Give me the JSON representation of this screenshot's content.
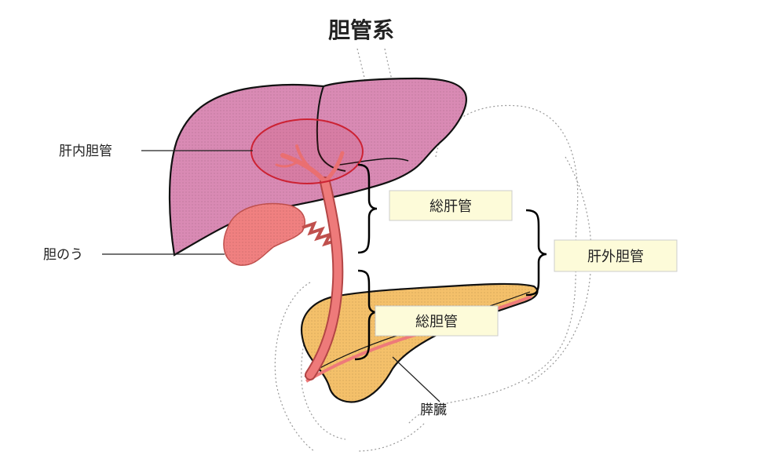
{
  "title": "胆管系",
  "labels": {
    "intrahepatic": "肝内胆管",
    "gallbladder": "胆のう",
    "pancreas": "膵臓"
  },
  "boxes": {
    "common_hepatic": "総肝管",
    "extrahepatic": "肝外胆管",
    "common_bile": "総胆管"
  },
  "colors": {
    "liver": "#d98ab4",
    "gallbladder": "#f08080",
    "duct": "#ee7a7a",
    "pancreas": "#f4c06a",
    "box_fill": "#fdfbd9",
    "highlight": "#cc2233",
    "dotted": "#999999"
  }
}
